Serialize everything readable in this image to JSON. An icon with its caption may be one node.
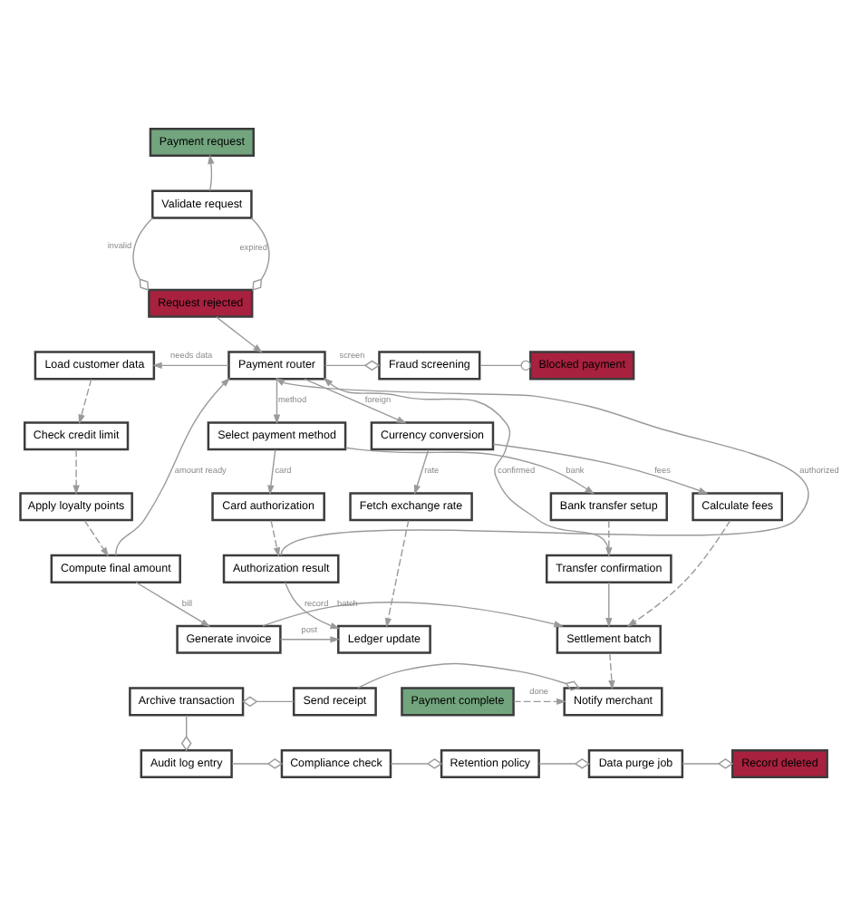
{
  "diagram": {
    "nodes": [
      {
        "text": [
          "Payment request"
        ]
      },
      {
        "text": [
          "Validate request"
        ]
      },
      {
        "text": [
          "Request rejected"
        ]
      },
      {
        "text": [
          "Load customer data"
        ]
      },
      {
        "text": [
          "Payment router"
        ]
      },
      {
        "text": [
          "Fraud screening"
        ]
      },
      {
        "text": [
          "Blocked payment"
        ]
      },
      {
        "text": [
          "Check credit limit"
        ]
      },
      {
        "text": [
          "Select payment method"
        ]
      },
      {
        "text": [
          "Currency conversion"
        ]
      },
      {
        "text": [
          "Apply loyalty points"
        ]
      },
      {
        "text": [
          "Card authorization"
        ]
      },
      {
        "text": [
          "Bank transfer setup"
        ]
      },
      {
        "text": [
          "Fetch exchange rate"
        ]
      },
      {
        "text": [
          "Calculate fees"
        ]
      },
      {
        "text": [
          "Compute final amount"
        ]
      },
      {
        "text": [
          "Authorization result"
        ]
      },
      {
        "text": [
          "Transfer confirmation"
        ]
      },
      {
        "text": [
          "Ledger update"
        ]
      },
      {
        "text": [
          "Generate invoice"
        ]
      },
      {
        "text": [
          "Settlement batch"
        ]
      },
      {
        "text": [
          "Archive transaction"
        ]
      },
      {
        "text": [
          "Send receipt"
        ]
      },
      {
        "text": [
          "Notify merchant"
        ]
      },
      {
        "text": [
          "Payment complete"
        ]
      },
      {
        "text": [
          "Audit log entry"
        ]
      },
      {
        "text": [
          "Compliance check"
        ]
      },
      {
        "text": [
          "Retention policy"
        ]
      },
      {
        "text": [
          "Data purge job"
        ]
      },
      {
        "text": [
          "Record deleted"
        ]
      }
    ],
    "edges": [
      {
        "from": 1,
        "to": 0,
        "arrow": "to"
      },
      {
        "from": 1,
        "to": 2,
        "arrow": "other",
        "label": "invalid"
      },
      {
        "from": 1,
        "to": 2,
        "arrow": "other",
        "label": "expired"
      },
      {
        "from": 2,
        "to": 4,
        "arrow": "to"
      },
      {
        "from": 4,
        "to": 3,
        "arrow": "to",
        "label": "needs data"
      },
      {
        "from": 4,
        "to": 5,
        "arrow": "other",
        "label": "screen"
      },
      {
        "from": 5,
        "to": 6,
        "arrow": "other"
      },
      {
        "from": 3,
        "to": 7,
        "arrow": "to",
        "style": "dashed"
      },
      {
        "from": 7,
        "to": 10,
        "arrow": "to",
        "style": "dashed"
      },
      {
        "from": 10,
        "to": 15,
        "arrow": "to",
        "style": "dashed"
      },
      {
        "from": 15,
        "to": 4,
        "arrow": "to",
        "label": "amount ready"
      },
      {
        "from": 16,
        "to": 4,
        "arrow": "to",
        "label": "authorized"
      },
      {
        "from": 4,
        "to": 8,
        "arrow": "to",
        "label": "method"
      },
      {
        "from": 4,
        "to": 9,
        "arrow": "to",
        "label": "foreign"
      },
      {
        "from": 8,
        "to": 11,
        "arrow": "to",
        "label": "card"
      },
      {
        "from": 8,
        "to": 12,
        "arrow": "to",
        "label": "bank"
      },
      {
        "from": 11,
        "to": 16,
        "arrow": "to",
        "style": "dashed"
      },
      {
        "from": 12,
        "to": 17,
        "arrow": "to",
        "style": "dashed"
      },
      {
        "from": 17,
        "to": 4,
        "arrow": "to",
        "label": "confirmed"
      },
      {
        "from": 9,
        "to": 13,
        "arrow": "to",
        "label": "rate"
      },
      {
        "from": 9,
        "to": 14,
        "arrow": "to",
        "label": "fees"
      },
      {
        "from": 13,
        "to": 18,
        "arrow": "to",
        "style": "dashed"
      },
      {
        "from": 14,
        "to": 20,
        "arrow": "to",
        "style": "dashed"
      },
      {
        "from": 16,
        "to": 18,
        "arrow": "to",
        "label": "record"
      },
      {
        "from": 15,
        "to": 19,
        "arrow": "to",
        "label": "bill"
      },
      {
        "from": 19,
        "to": 18,
        "arrow": "to",
        "label": "post"
      },
      {
        "from": 19,
        "to": 20,
        "arrow": "to",
        "label": "batch"
      },
      {
        "from": 17,
        "to": 20,
        "arrow": "to"
      },
      {
        "from": 20,
        "to": 23,
        "arrow": "to",
        "style": "dashed"
      },
      {
        "from": 24,
        "to": 23,
        "arrow": "to",
        "style": "dashed",
        "label": "done"
      },
      {
        "from": 21,
        "to": 22,
        "arrow": "other"
      },
      {
        "from": 22,
        "to": 23,
        "arrow": "other"
      },
      {
        "from": 21,
        "to": 25,
        "arrow": "other"
      },
      {
        "from": 25,
        "to": 26,
        "arrow": "other"
      },
      {
        "from": 26,
        "to": 27,
        "arrow": "other"
      },
      {
        "from": 27,
        "to": 28,
        "arrow": "other"
      },
      {
        "from": 28,
        "to": 29,
        "arrow": "other"
      }
    ]
  }
}
